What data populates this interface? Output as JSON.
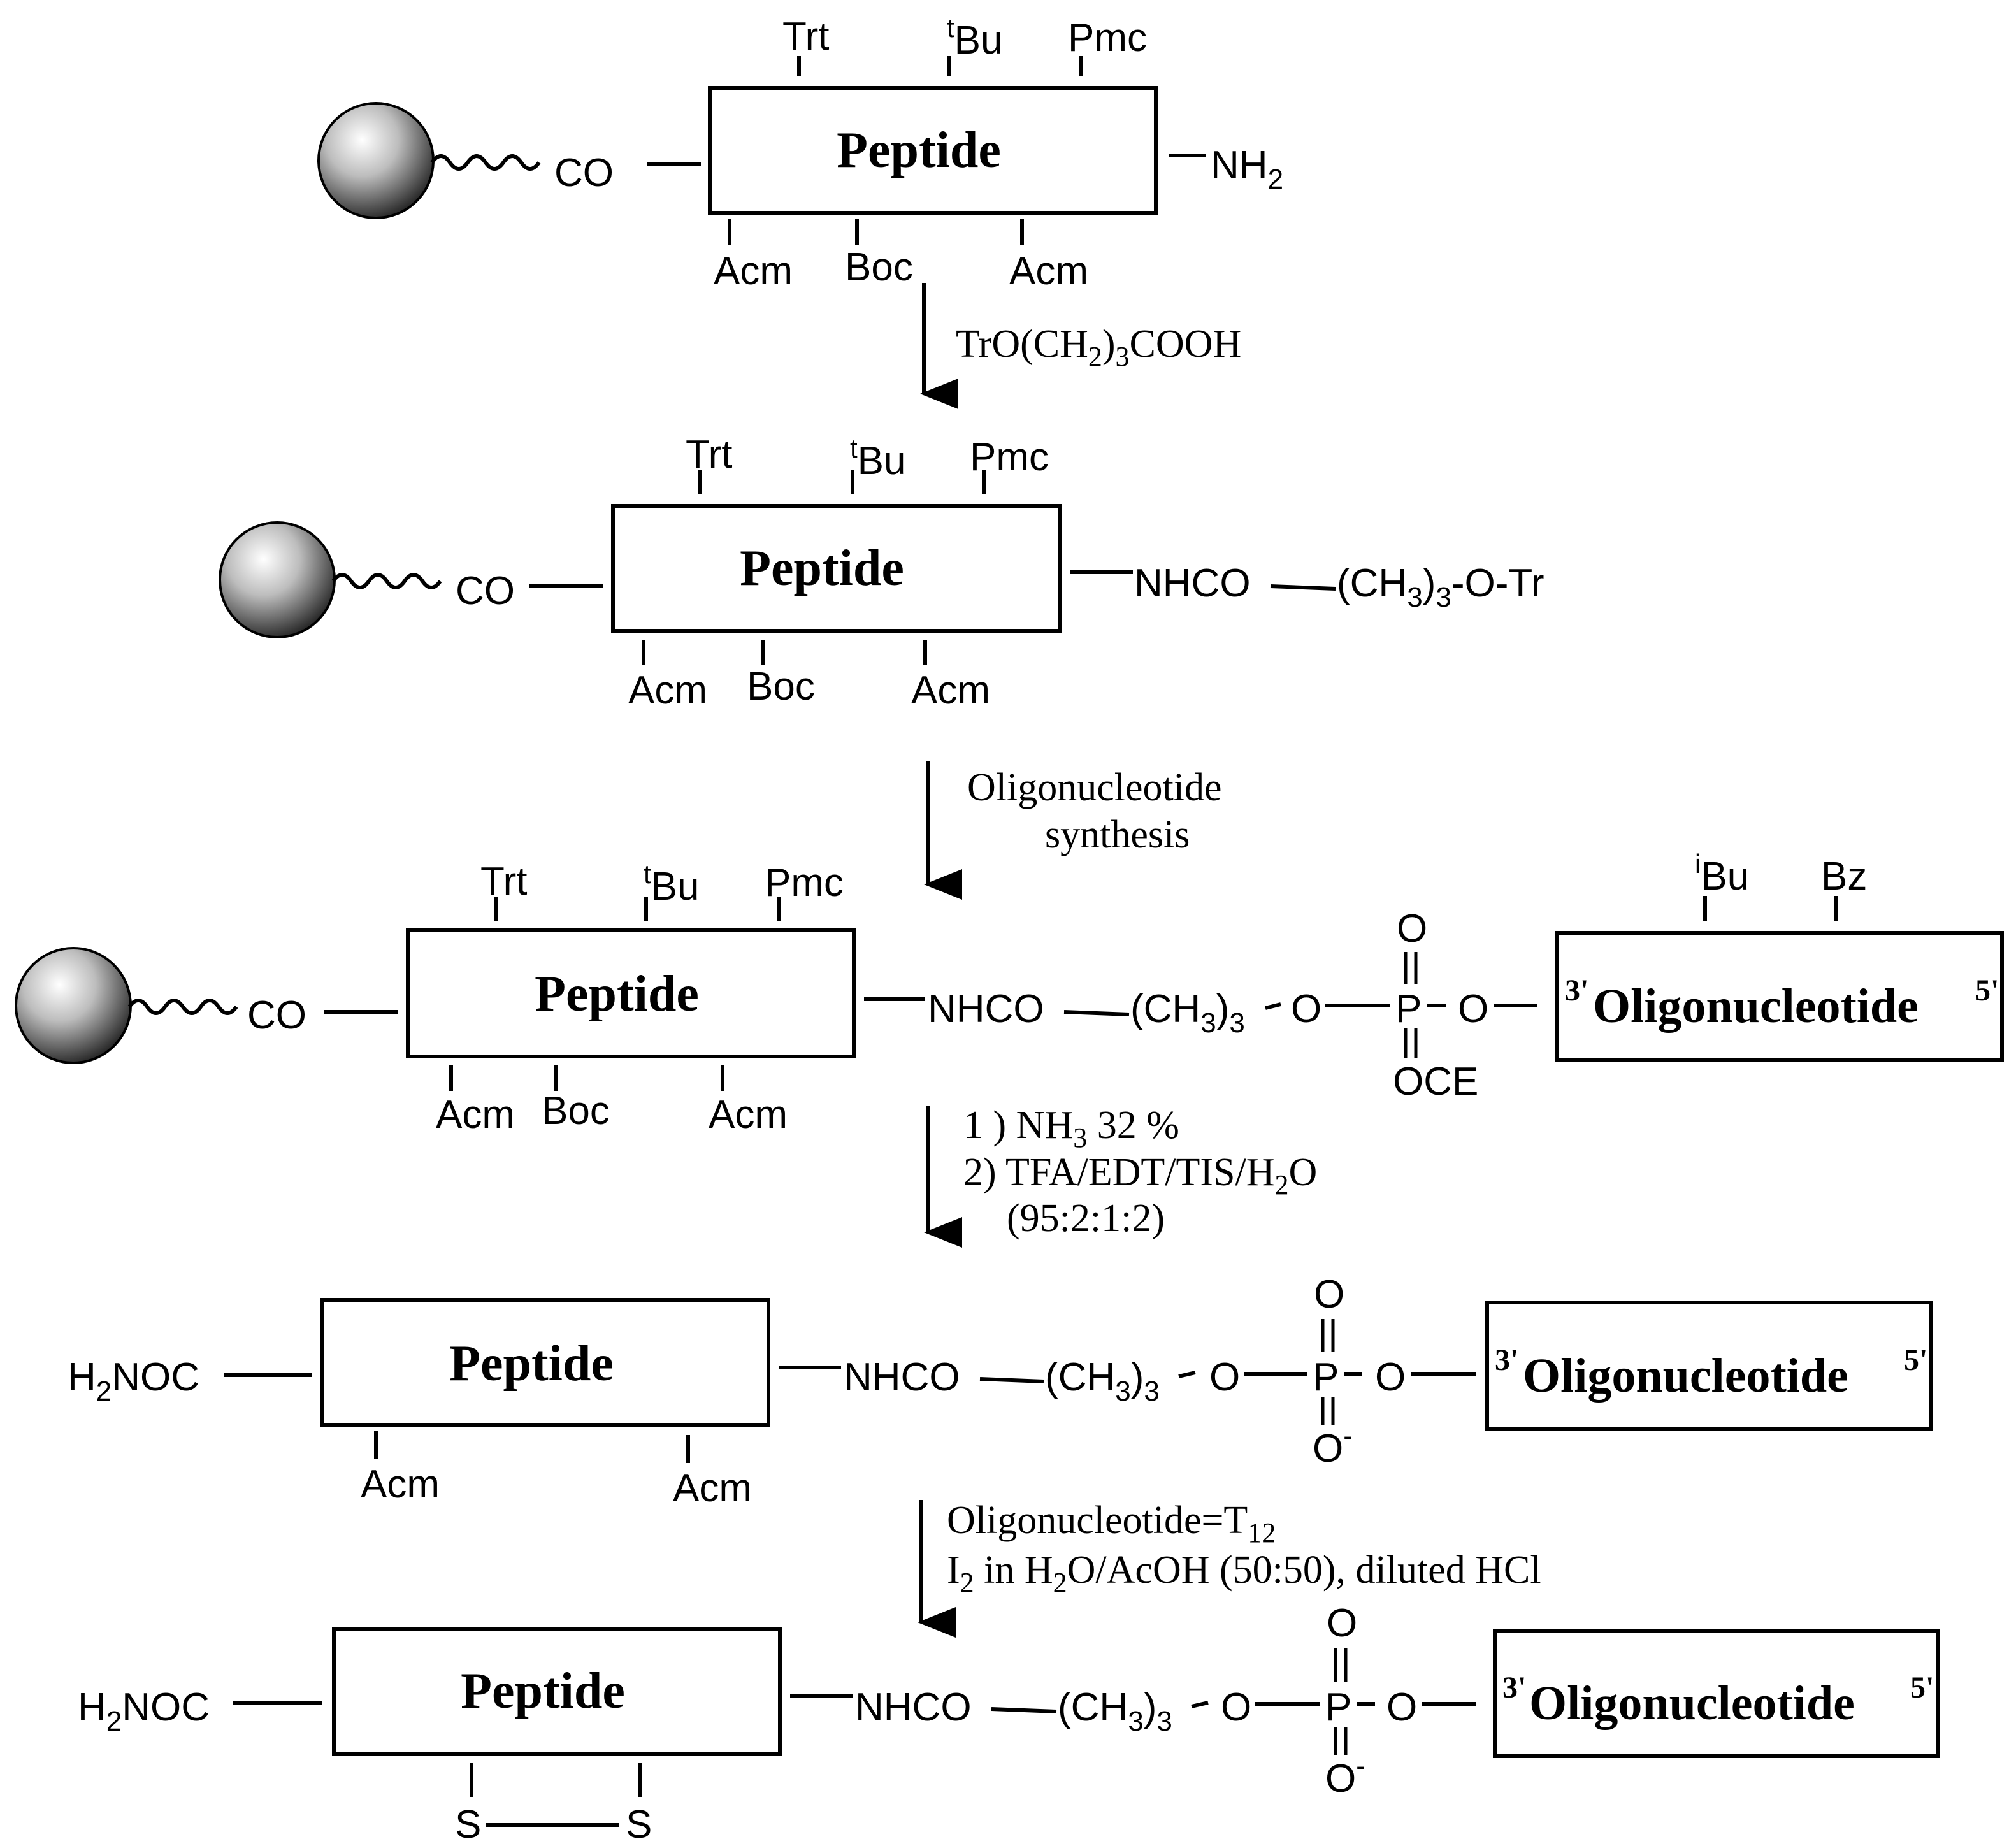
{
  "labels": {
    "peptide": "Peptide",
    "oligo": "Oligonucleotide",
    "prime3": "3'",
    "prime5": "5'",
    "trt": "Trt",
    "tbu_sup": "t",
    "tbu": "Bu",
    "pmc": "Pmc",
    "acm": "Acm",
    "boc": "Boc",
    "co": "CO",
    "nh2": "NH",
    "sub2": "2",
    "sub3": "3",
    "nhco": "NHCO",
    "ch3": "(CH",
    "close_paren": ")",
    "o_tr": "-O-Tr",
    "o": "O",
    "p": "P",
    "o_minus": "O",
    "minus": "-",
    "oce": "OCE",
    "ibu_sup": "i",
    "ibu": "Bu",
    "bz": "Bz",
    "h2noc_h": "H",
    "h2noc_rest": "NOC",
    "s": "S"
  },
  "conditions": {
    "step1": {
      "a": "TrO(CH",
      "sub1": "2",
      "b": ")",
      "sub2": "3",
      "c": "COOH"
    },
    "step2": {
      "line1": "Oligonucleotide",
      "line2": "synthesis"
    },
    "step3": {
      "line1a": "1 ) NH",
      "line1sub": "3",
      "line1b": " 32 %",
      "line2a": "2) TFA/EDT/TIS/H",
      "line2sub": "2",
      "line2b": "O",
      "line3": "(95:2:1:2)"
    },
    "step4": {
      "line1a": "Oligonucleotide=T",
      "line1sub": "12",
      "line2a": "I",
      "line2sub": "2",
      "line2b": " in H",
      "line2sub2": "2",
      "line2c": "O/AcOH (50:50), diluted HCl"
    }
  }
}
